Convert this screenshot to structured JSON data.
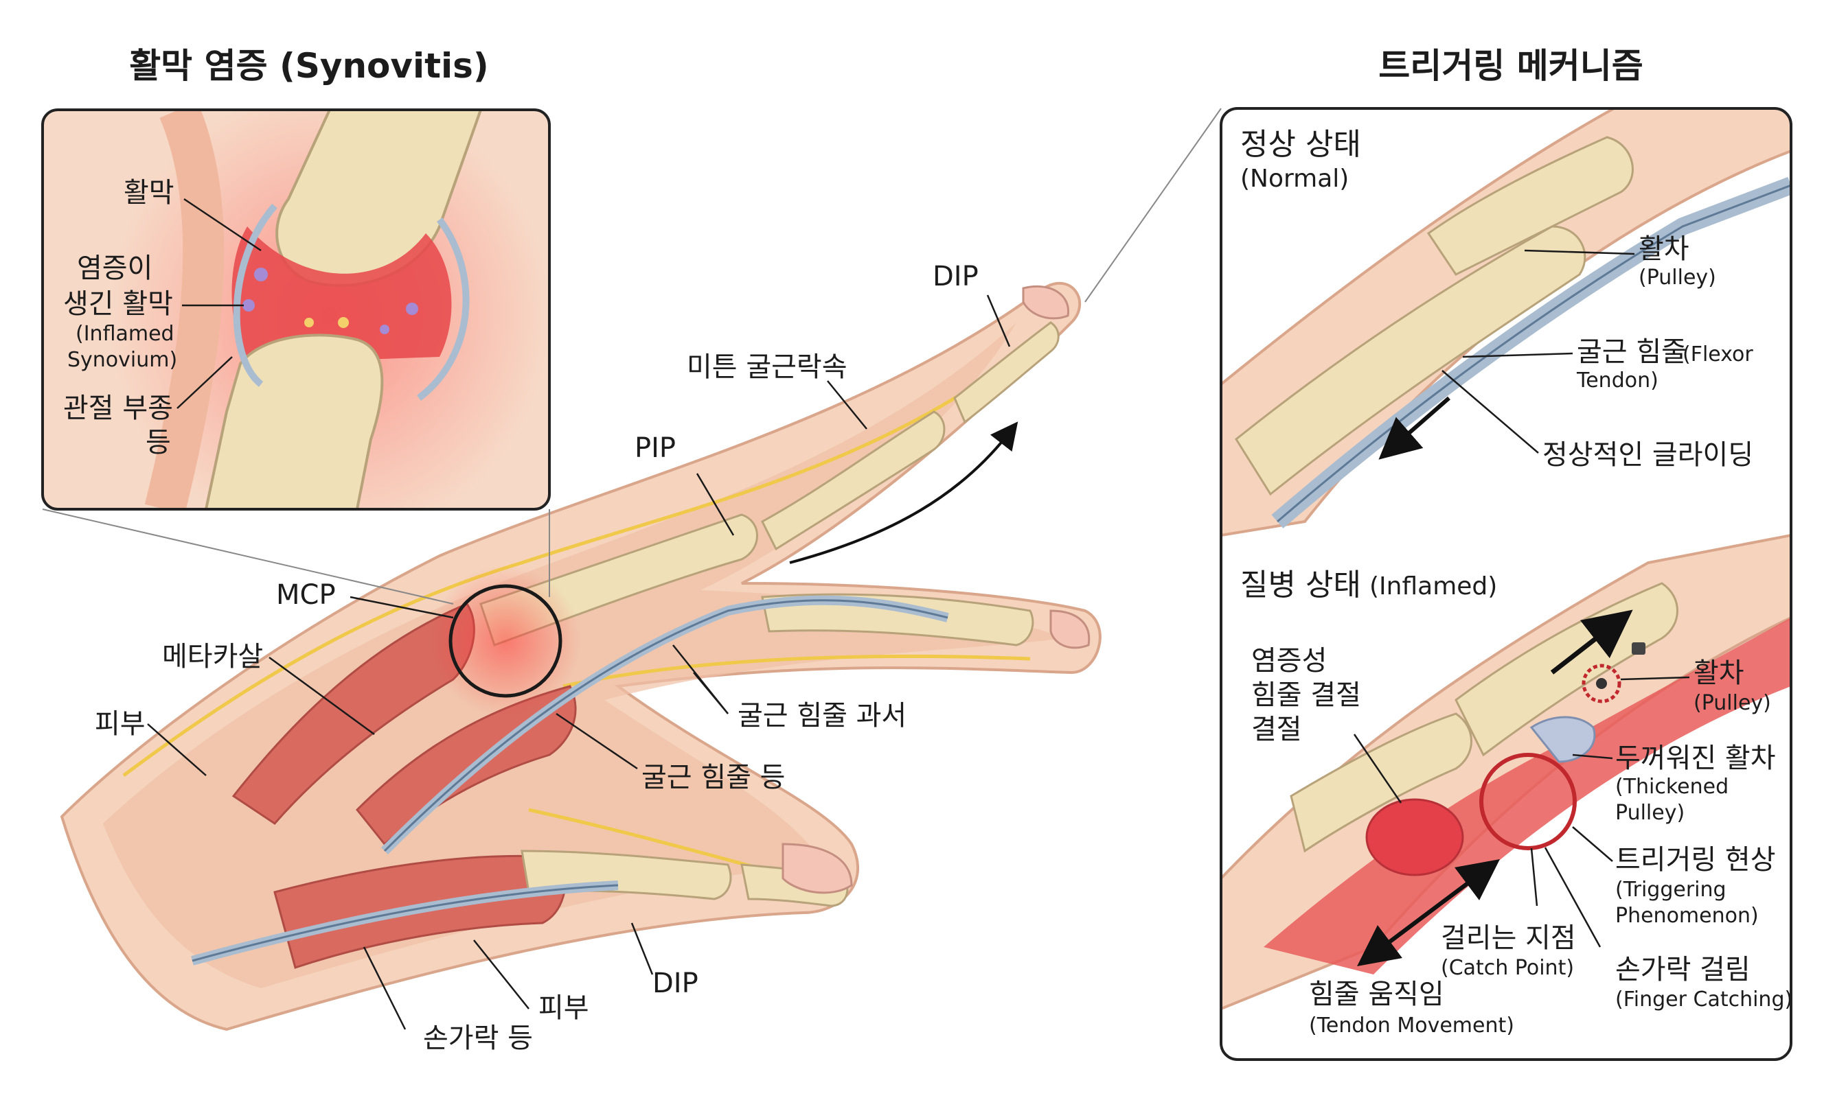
{
  "synovitis": {
    "title": "활막 염증 (Synovitis)",
    "synovium": "활막",
    "inflamed_synovium_ko_1": "염증이",
    "inflamed_synovium_ko_2": "생긴 활막",
    "inflamed_synovium_en_1": "(Inflamed",
    "inflamed_synovium_en_2": "Synovium)",
    "joint_swelling_1": "관절 부종",
    "joint_swelling_2": "등"
  },
  "hand": {
    "dip_top": "DIP",
    "extensor": "미튼 굴근락속",
    "pip": "PIP",
    "mcp": "MCP",
    "metacarpal": "메타카살",
    "skin_left": "피부",
    "flexor_overuse": "굴근 힘줄 과서",
    "flexor_etc": "굴근 힘줄 등",
    "dip_bottom": "DIP",
    "skin_bottom": "피부",
    "finger_etc": "손가락 등"
  },
  "trigger": {
    "title": "트리거링 메커니즘",
    "normal_ko": "정상 상태",
    "normal_en": "(Normal)",
    "pulley_ko": "활차",
    "pulley_en": "(Pulley)",
    "flexor_ko": "굴근 힘줄",
    "flexor_en_1": "(Flexor",
    "flexor_en_2": "Tendon)",
    "gliding": "정상적인 글라이딩",
    "inflamed_ko": "질병 상태",
    "inflamed_en": "(Inflamed)",
    "nodule_1": "염증성",
    "nodule_2": "힘줄 결절",
    "nodule_3": "결절",
    "pulley2_ko": "활차",
    "pulley2_en": "(Pulley)",
    "thick_ko": "두꺼워진 활차",
    "thick_en_1": "(Thickened",
    "thick_en_2": "Pulley)",
    "trig_ko": "트리거링 현상",
    "trig_en_1": "(Triggering",
    "trig_en_2": "Phenomenon)",
    "catch_ko": "걸리는 지점",
    "catch_en": "(Catch Point)",
    "fcatch_ko": "손가락 걸림",
    "fcatch_en": "(Finger Catching)",
    "move_ko": "힘줄 움직임",
    "move_en": "(Tendon Movement)"
  },
  "colors": {
    "skin": "#f2c9b0",
    "bone": "#efe0b8",
    "muscle": "#d86a60",
    "tendon": "#a9bcd0",
    "inflammation": "#e8404a",
    "nerve": "#f0c94a"
  }
}
